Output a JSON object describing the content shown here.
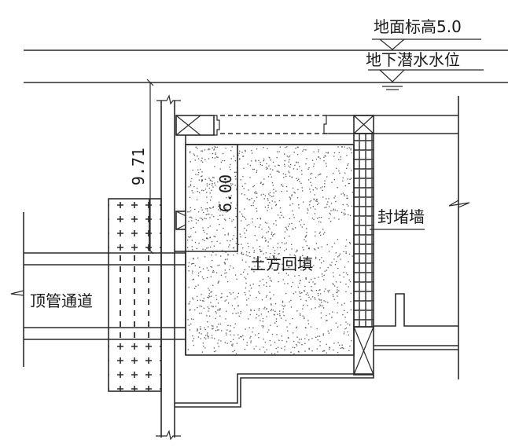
{
  "labels": {
    "ground_elevation": "地面标高5.0",
    "groundwater_level": "地下潜水水位",
    "sealing_wall": "封堵墙",
    "earth_backfill": "土方回填",
    "pipe_jacking_channel": "顶管通道"
  },
  "dimensions": {
    "total_depth": "9.71",
    "backfill_height": "6.00"
  },
  "colors": {
    "line": "#2b2b2b",
    "text": "#1a1a1a",
    "background": "#ffffff"
  }
}
